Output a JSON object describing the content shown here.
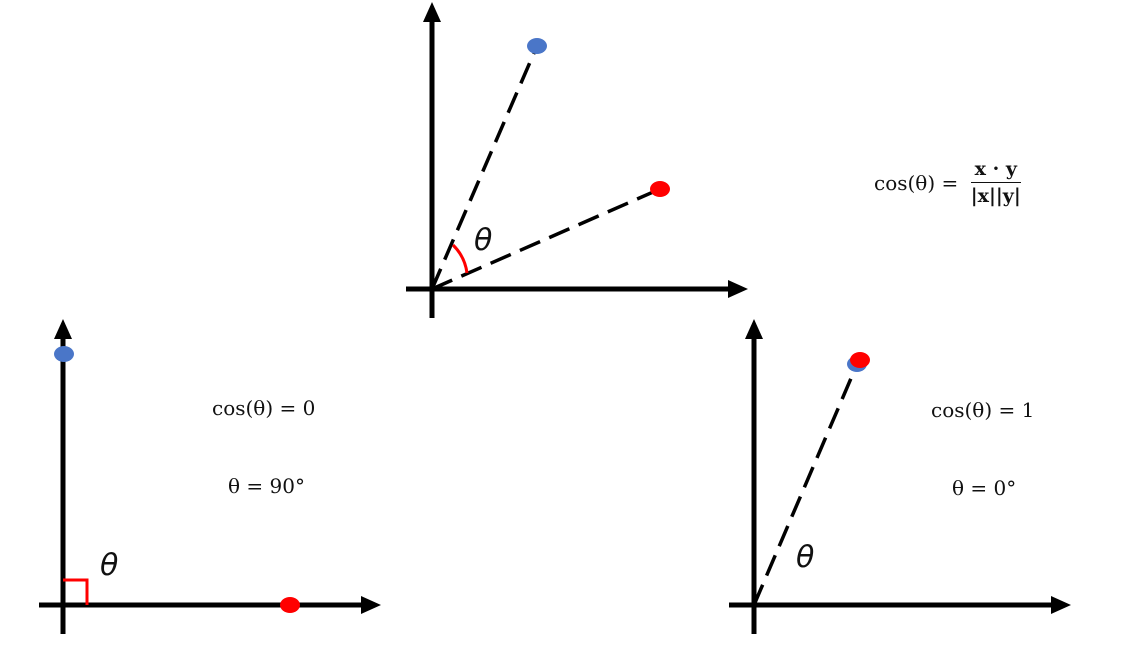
{
  "colors": {
    "axis": "#000000",
    "point_x": "#4a76c8",
    "point_y": "#ff0000",
    "angle_marker": "#ff0000"
  },
  "panels": {
    "general": {
      "theta_label": "θ",
      "formula": {
        "lhs": "cos(θ) =",
        "numerator": "x · y",
        "denominator": "|x||y|"
      }
    },
    "orthogonal": {
      "theta_label": "θ",
      "cos_text": "cos(θ) = 0",
      "angle_text": "θ = 90°"
    },
    "parallel": {
      "theta_label": "θ",
      "cos_text": "cos(θ) = 1",
      "angle_text": "θ = 0°"
    }
  }
}
